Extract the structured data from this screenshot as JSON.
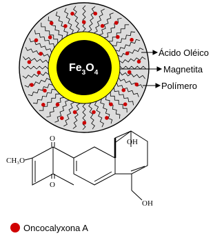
{
  "diagram": {
    "core": {
      "symbol": "Fe",
      "subscript_1": "3",
      "middle": "O",
      "subscript_2": "4"
    },
    "labels": {
      "oleic_acid": "Ácido Oléico",
      "magnetite": "Magnetita",
      "polymer": "Polímero"
    },
    "legend": {
      "label": "Oncocalyxona A",
      "color": "#d00000"
    }
  },
  "molecule": {
    "methoxy": "CH₃O",
    "carbonyl_top": "O",
    "carbonyl_bottom": "O",
    "hydroxyl_top": "OH",
    "hydroxyl_bottom": "OH"
  },
  "colors": {
    "core": "#000000",
    "magnetite_ring": "#ffff00",
    "polymer_fill": "#dcdcdc",
    "drug_dot": "#cc0000"
  }
}
